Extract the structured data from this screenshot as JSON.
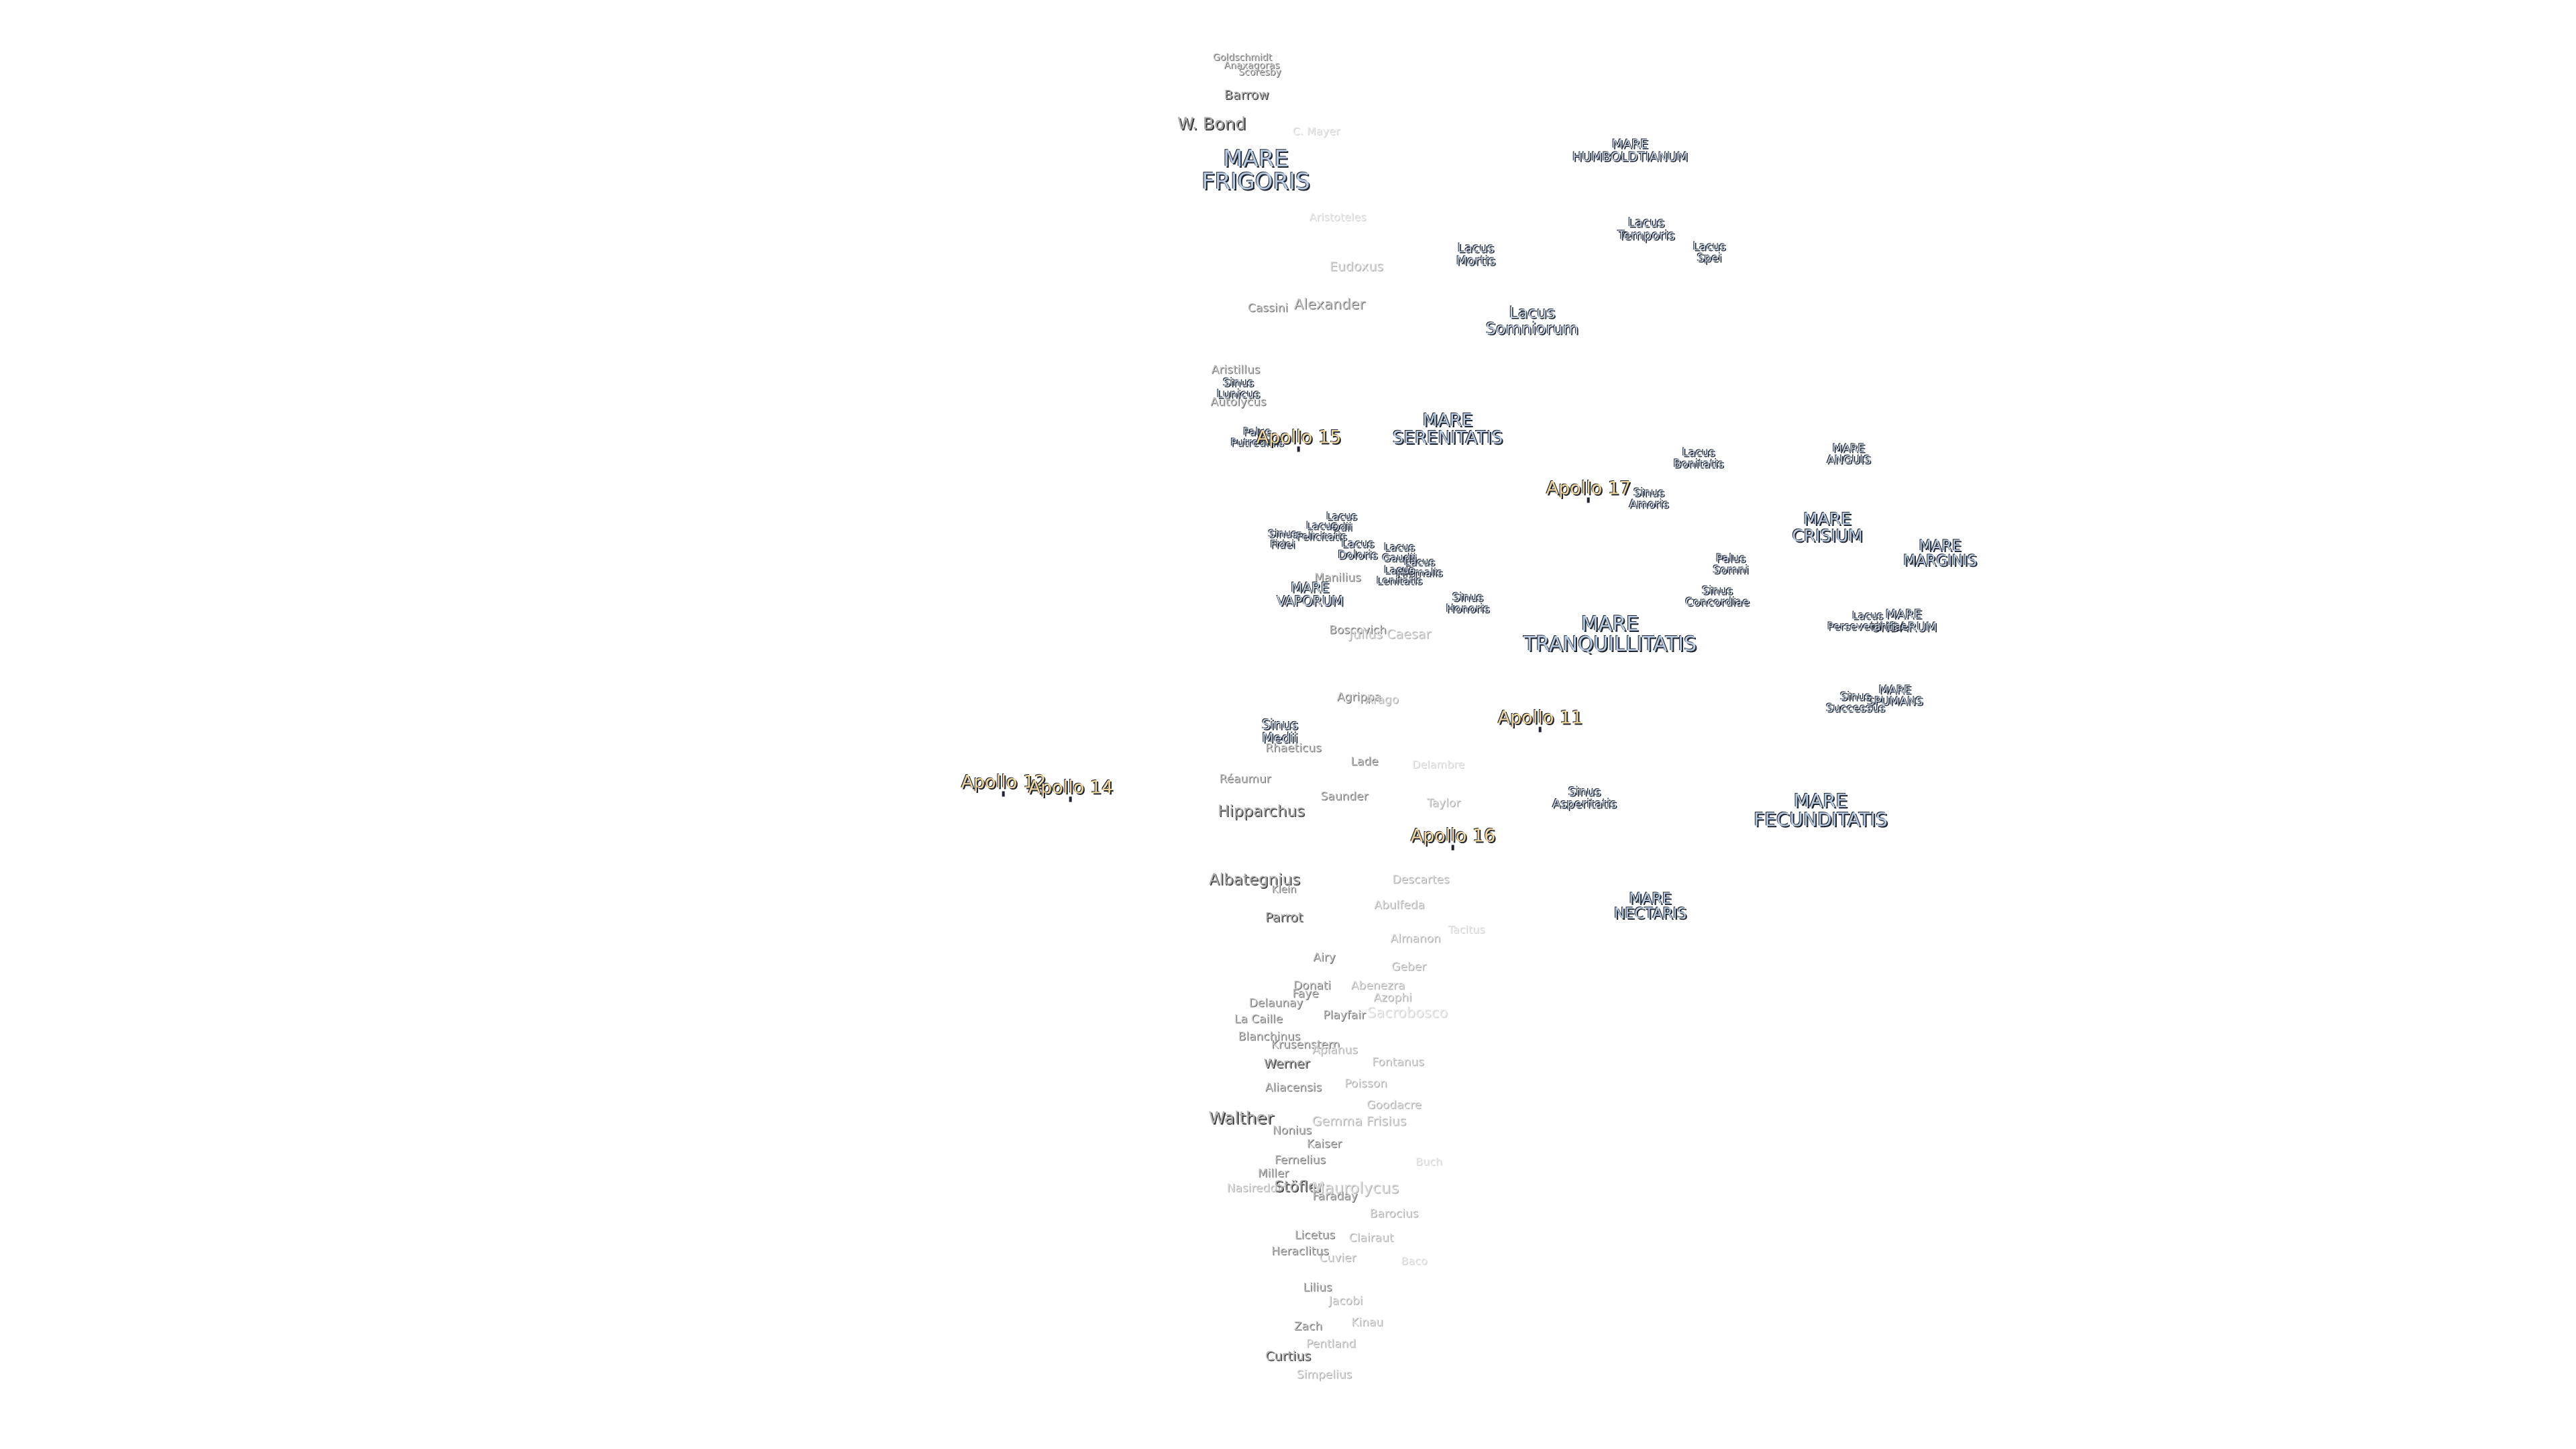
{
  "maria": [
    {
      "line1": "MARE",
      "line2": "FRIGORIS"
    },
    {
      "line1": "MARE",
      "line2": "HUMBOLDTIANUM"
    },
    {
      "line1": "MARE",
      "line2": "SERENITATIS"
    },
    {
      "line1": "MARE",
      "line2": "ANGUIS"
    },
    {
      "line1": "MARE",
      "line2": "CRISIUM"
    },
    {
      "line1": "MARE",
      "line2": "MARGINIS"
    },
    {
      "line1": "MARE",
      "line2": "VAPORUM"
    },
    {
      "line1": "MARE",
      "line2": "TRANQUILLITATIS"
    },
    {
      "line1": "MARE",
      "line2": "UNDARUM"
    },
    {
      "line1": "MARE",
      "line2": "SPUMANS"
    },
    {
      "line1": "MARE",
      "line2": "FECUNDITATIS"
    },
    {
      "line1": "MARE",
      "line2": "NECTARIS"
    }
  ],
  "minor_features": [
    {
      "line1": "Lacus",
      "line2": "Temporis"
    },
    {
      "line1": "Lacus",
      "line2": "Mortis"
    },
    {
      "line1": "Lacus",
      "line2": "Spei"
    },
    {
      "line1": "Lacus",
      "line2": "Somniorum"
    },
    {
      "line1": "Sinus",
      "line2": "Lunicus"
    },
    {
      "line1": "Palus",
      "line2": "Putredinis"
    },
    {
      "line1": "Lacus",
      "line2": "Bonitatis"
    },
    {
      "line1": "Sinus",
      "line2": "Amoris"
    },
    {
      "line1": "Lacus",
      "line2": "Odii"
    },
    {
      "line1": "Lacus",
      "line2": "Felicitatis"
    },
    {
      "line1": "Sinus",
      "line2": "Fidei"
    },
    {
      "line1": "Lacus",
      "line2": "Doloris"
    },
    {
      "line1": "Lacus",
      "line2": "Gaudii"
    },
    {
      "line1": "Lacus",
      "line2": "Hiemalis"
    },
    {
      "line1": "Lacus",
      "line2": "Lenitatis"
    },
    {
      "line1": "Palus",
      "line2": "Somni"
    },
    {
      "line1": "Sinus",
      "line2": "Concordiae"
    },
    {
      "line1": "Sinus",
      "line2": "Honoris"
    },
    {
      "line1": "Lacus",
      "line2": "Perseverantiae"
    },
    {
      "line1": "Sinus",
      "line2": "Successus"
    },
    {
      "line1": "Sinus",
      "line2": "Medii"
    },
    {
      "line1": "Sinus",
      "line2": "Asperitatis"
    }
  ],
  "apollo_sites": [
    "Apollo 15",
    "Apollo 17",
    "Apollo 11",
    "Apollo 12",
    "Apollo 14",
    "Apollo 16"
  ],
  "craters": [
    "Goldschmidt",
    "Anaxagoras",
    "Scoresby",
    "Barrow",
    "W. Bond",
    "C. Mayer",
    "Aristoteles",
    "Eudoxus",
    "Cassini",
    "Alexander",
    "Aristillus",
    "Autolycus",
    "Manilius",
    "Boscovich",
    "Julius Caesar",
    "Agrippa",
    "Arago",
    "Rhaeticus",
    "Réaumur",
    "Lade",
    "Delambre",
    "Saunder",
    "Hipparchus",
    "Taylor",
    "Albategnius",
    "Klein",
    "Descartes",
    "Abulfeda",
    "Parrot",
    "Almanon",
    "Tacitus",
    "Airy",
    "Geber",
    "Donati",
    "Faye",
    "Abenezra",
    "Azophi",
    "Delaunay",
    "La Caille",
    "Playfair",
    "Sacrobosco",
    "Blanchinus",
    "Krusenstern",
    "Apianus",
    "Werner",
    "Fontanus",
    "Aliacensis",
    "Poisson",
    "Goodacre",
    "Walther",
    "Gemma Frisius",
    "Nonius",
    "Kaiser",
    "Fernelius",
    "Buch",
    "Miller",
    "Nasireddin",
    "Stöfler",
    "Maurolycus",
    "Faraday",
    "Barocius",
    "Licetus",
    "Clairaut",
    "Cuvier",
    "Heraclitus",
    "Baco",
    "Lilius",
    "Jacobi",
    "Zach",
    "Kinau",
    "Pentland",
    "Curtius",
    "Simpelius"
  ]
}
